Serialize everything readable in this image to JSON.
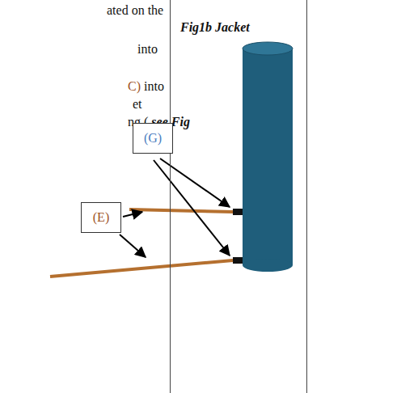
{
  "diagram": {
    "nodes": [
      {
        "text": [
          "Fig1b Jacket"
        ]
      },
      {
        "text": [
          "(G)"
        ]
      },
      {
        "text": [
          "(E)"
        ]
      }
    ],
    "labels": [
      "ated on the",
      "into",
      "C)",
      "into",
      "et",
      "ng (",
      "see Fig"
    ]
  }
}
